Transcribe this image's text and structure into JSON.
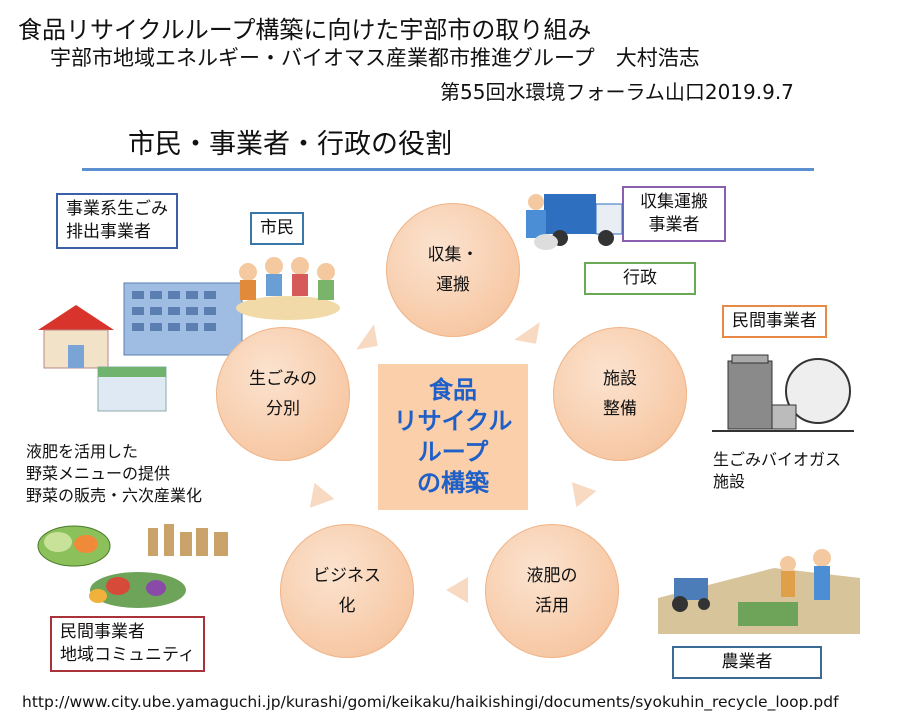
{
  "header": {
    "title": "食品リサイクルループ構築に向けた宇部市の取り組み",
    "subtitle": "宇部市地域エネルギー・バイオマス産業都市推進グループ　大村浩志",
    "event": "第55回水環境フォーラム山口2019.9.7"
  },
  "section_title": "市民・事業者・行政の役割",
  "colors": {
    "rule": "#5b8fcf",
    "circle": "#f7c9a6",
    "center_text": "#1f5fc8",
    "arrow": "#f8d9c2"
  },
  "center": {
    "lines": [
      "食品",
      "リサイクル",
      "ループ",
      "の構築"
    ]
  },
  "cycle": [
    {
      "lines": [
        "収集・",
        "運搬"
      ]
    },
    {
      "lines": [
        "施設",
        "整備"
      ]
    },
    {
      "lines": [
        "液肥の",
        "活用"
      ]
    },
    {
      "lines": [
        "ビジネス",
        "化"
      ]
    },
    {
      "lines": [
        "生ごみの",
        "分別"
      ]
    }
  ],
  "actors": {
    "business_waste": [
      "事業系生ごみ",
      "排出事業者"
    ],
    "citizens": "市民",
    "collector": [
      "収集運搬",
      "事業者"
    ],
    "government": "行政",
    "private_business": "民間事業者",
    "farmers": "農業者",
    "community": [
      "民間事業者",
      "地域コミュニティ"
    ]
  },
  "notes": {
    "biogas": [
      "生ごみバイオガス",
      "施設"
    ],
    "liquid_fertilizer": [
      "液肥を活用した",
      "野菜メニューの提供",
      "野菜の販売・六次産業化"
    ]
  },
  "source_url": "http://www.city.ube.yamaguchi.jp/kurashi/gomi/keikaku/haikishingi/documents/syokuhin_recycle_loop.pdf"
}
